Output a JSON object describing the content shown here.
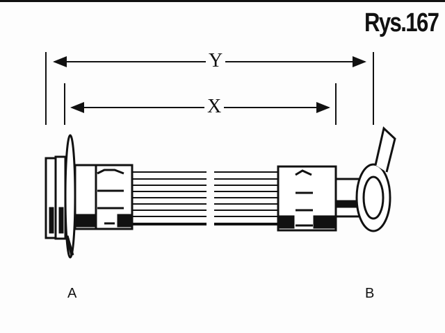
{
  "figure": {
    "title": "Rys.167",
    "dimensions": {
      "overall": "Y",
      "hose": "X"
    },
    "ends": {
      "left": "A",
      "right": "B"
    }
  }
}
